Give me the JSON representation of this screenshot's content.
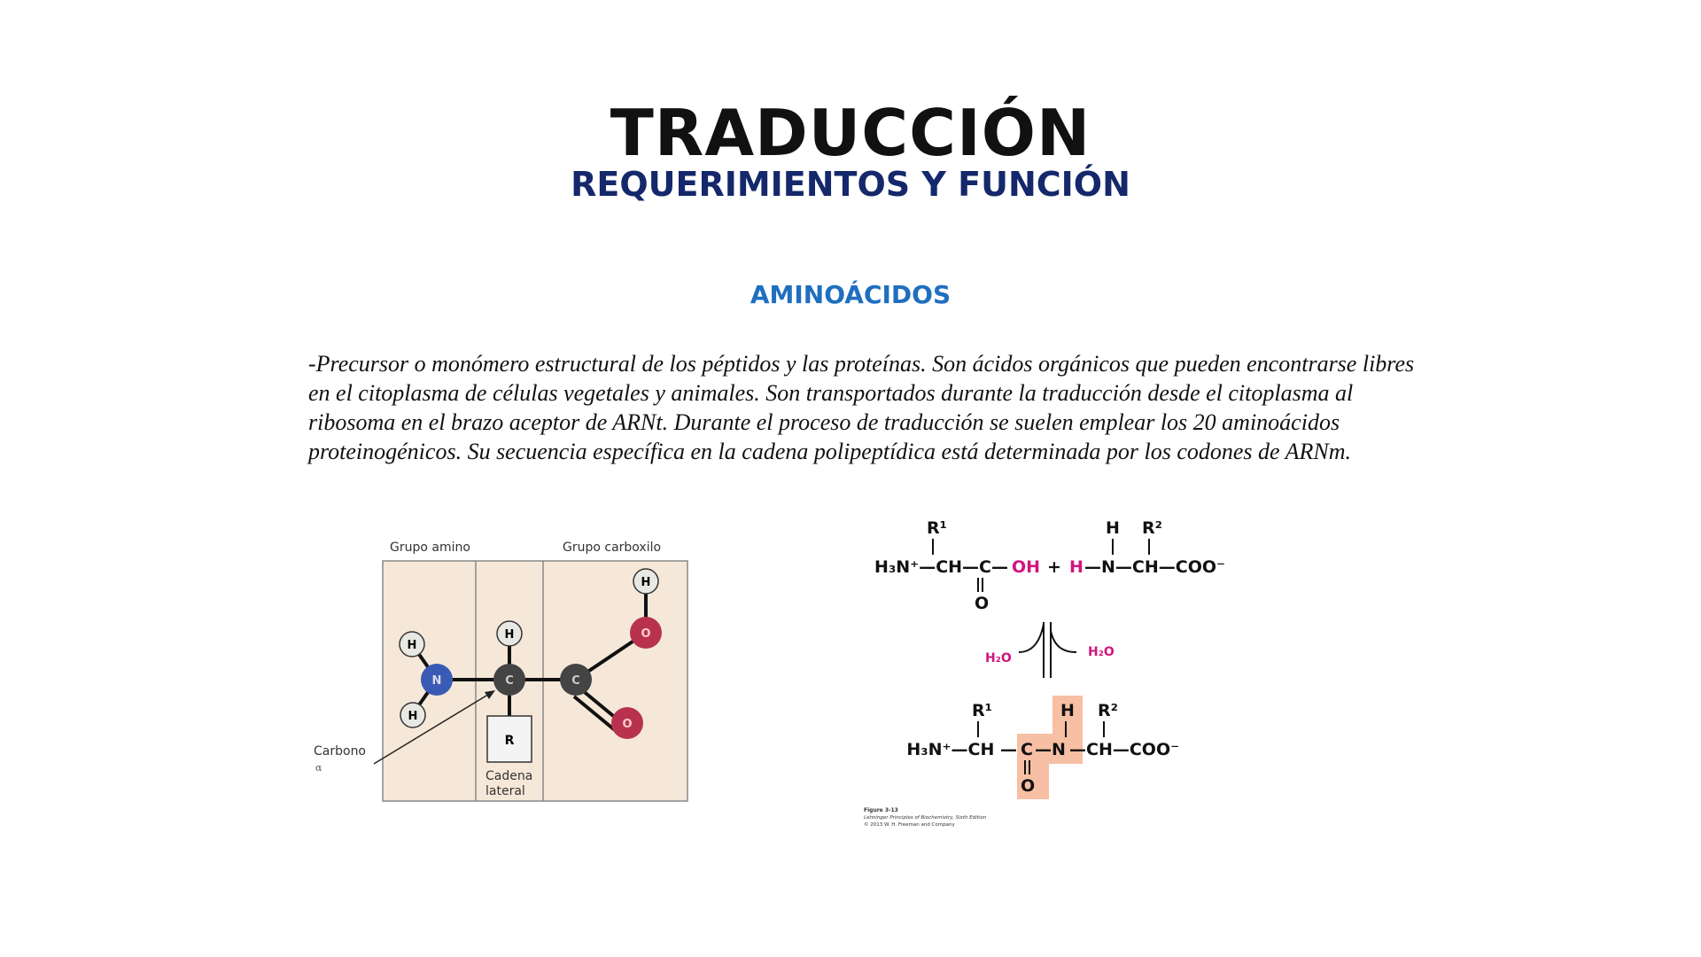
{
  "slide": {
    "title": "TRADUCCIÓN",
    "subtitle": "REQUERIMIENTOS Y FUNCIÓN",
    "section": "AMINOÁCIDOS",
    "paragraph": "-Precursor o monómero estructural de los péptidos y las proteínas. Son ácidos orgánicos que pueden encontrarse libres en el citoplasma de células vegetales y animales. Son transportados durante la traducción desde el citoplasma al ribosoma en el brazo aceptor de ARNt. Durante el proceso de traducción se suelen emplear los 20 aminoácidos proteinogénicos. Su secuencia específica en la cadena polipeptídica está determinada por los codones de ARNm."
  },
  "amino_diagram": {
    "group_amino": "Grupo amino",
    "group_carboxyl": "Grupo carboxilo",
    "alpha_carbon": "Carbono",
    "alpha_symbol": "α",
    "side_chain_line1": "Cadena",
    "side_chain_line2": "lateral",
    "r_label": "R",
    "atoms": {
      "h": "H",
      "n": "N",
      "c": "C",
      "o": "O"
    },
    "colors": {
      "panel": "#f6e8d8",
      "nitrogen": "#3a5bb5",
      "carbon": "#444444",
      "oxygen": "#b8324f",
      "hydrogen": "#e8e8e4"
    }
  },
  "reaction": {
    "top_left": "H₃N⁺—CH—C—",
    "oh": "OH",
    "plus": "+",
    "h": "H",
    "top_right": "—N—CH—COO⁻",
    "r1": "R¹",
    "r2": "R²",
    "o": "O",
    "water_in": "H₂O",
    "water_out": "H₂O",
    "bottom_left": "H₃N⁺—CH —",
    "bottom_c": "C",
    "bottom_n": "—N",
    "bottom_h": "H",
    "bottom_right": "—CH—COO⁻",
    "caption_line1": "Figure 3-13",
    "caption_line2": "Lehninger Principles of Biochemistry, Sixth Edition",
    "caption_line3": "© 2013 W. H. Freeman and Company",
    "colors": {
      "highlight": "#f7bfa4",
      "magenta": "#d0157f"
    }
  }
}
